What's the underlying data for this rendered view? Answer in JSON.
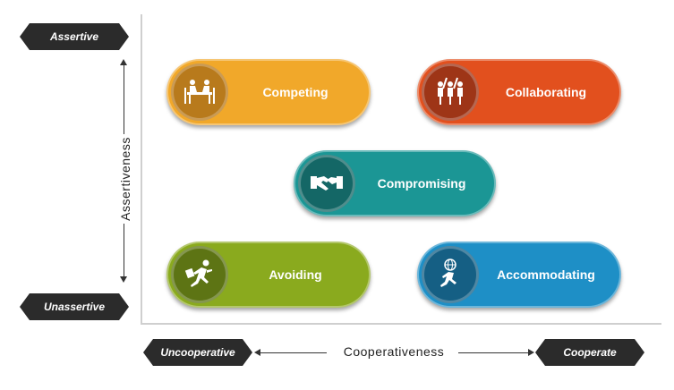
{
  "badges": {
    "assertive": "Assertive",
    "unassertive": "Unassertive",
    "uncooperative": "Uncooperative",
    "cooperate": "Cooperate"
  },
  "axes": {
    "vertical_label": "Assertiveness",
    "horizontal_label": "Cooperativeness"
  },
  "modes": [
    {
      "label": "Competing",
      "icon": "meeting-table-icon",
      "color": "#f1a82a",
      "circle": "#b87a1c"
    },
    {
      "label": "Collaborating",
      "icon": "team-high-five-icon",
      "color": "#e2501e",
      "circle": "#9e3517"
    },
    {
      "label": "Compromising",
      "icon": "handshake-icon",
      "color": "#1b9695",
      "circle": "#146766"
    },
    {
      "label": "Avoiding",
      "icon": "running-away-icon",
      "color": "#8aaa1e",
      "circle": "#5d7414"
    },
    {
      "label": "Accommodating",
      "icon": "globe-runner-icon",
      "color": "#1e8fc6",
      "circle": "#155f84"
    }
  ]
}
